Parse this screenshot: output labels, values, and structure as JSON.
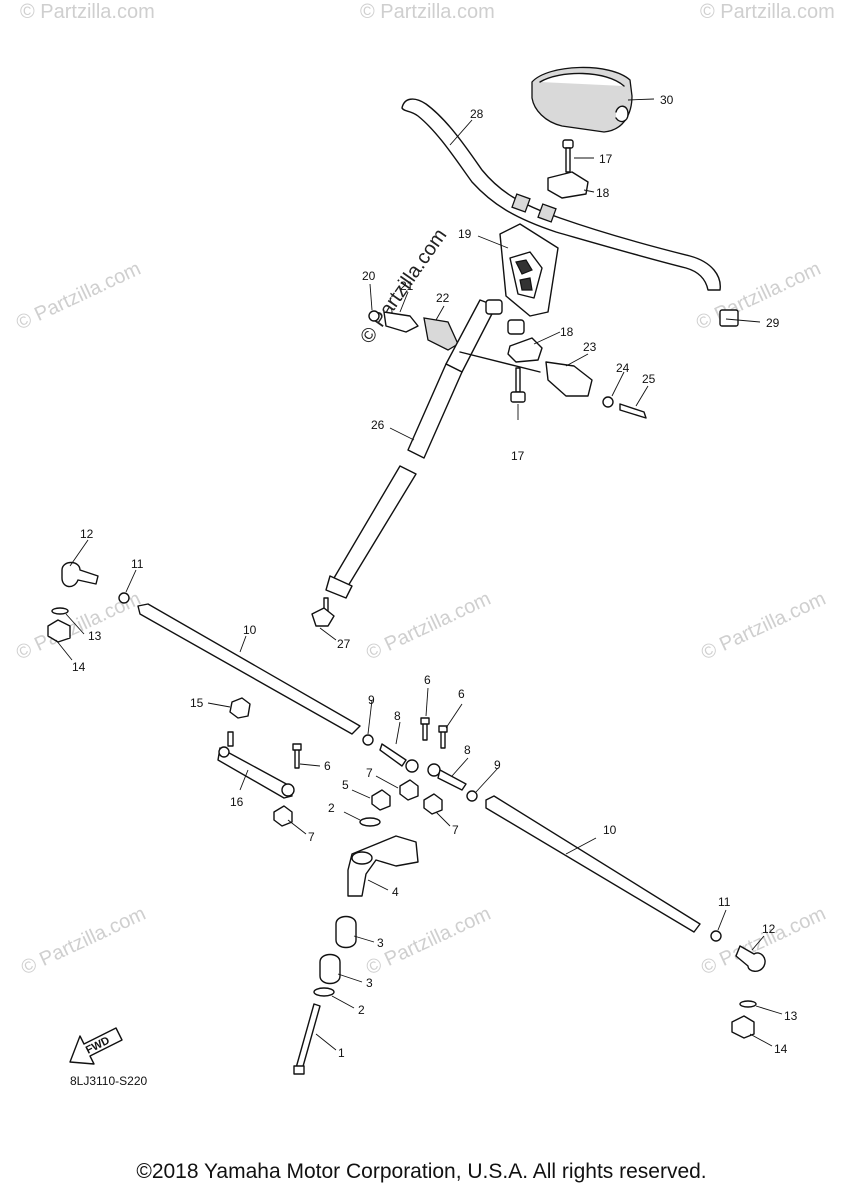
{
  "diagram": {
    "callouts": {
      "p1": "1",
      "p2a": "2",
      "p2b": "2",
      "p3a": "3",
      "p3b": "3",
      "p4": "4",
      "p5": "5",
      "p6a": "6",
      "p6b": "6",
      "p6c": "6",
      "p7a": "7",
      "p7b": "7",
      "p7c": "7",
      "p8a": "8",
      "p8b": "8",
      "p9a": "9",
      "p9b": "9",
      "p10a": "10",
      "p10b": "10",
      "p11a": "11",
      "p11b": "11",
      "p12a": "12",
      "p12b": "12",
      "p13a": "13",
      "p13b": "13",
      "p14a": "14",
      "p14b": "14",
      "p15": "15",
      "p16": "16",
      "p17a": "17",
      "p17b": "17",
      "p18a": "18",
      "p18b": "18",
      "p19": "19",
      "p20": "20",
      "p21": "21",
      "p22": "22",
      "p23": "23",
      "p24": "24",
      "p25": "25",
      "p26": "26",
      "p27": "27",
      "p28": "28",
      "p29": "29",
      "p30": "30"
    },
    "watermark": "© Partzilla.com",
    "diagram_code": "8LJ3110-S220",
    "fwd_label": "FWD"
  },
  "footer": {
    "copyright": "©2018 Yamaha Motor Corporation, U.S.A. All rights reserved."
  }
}
